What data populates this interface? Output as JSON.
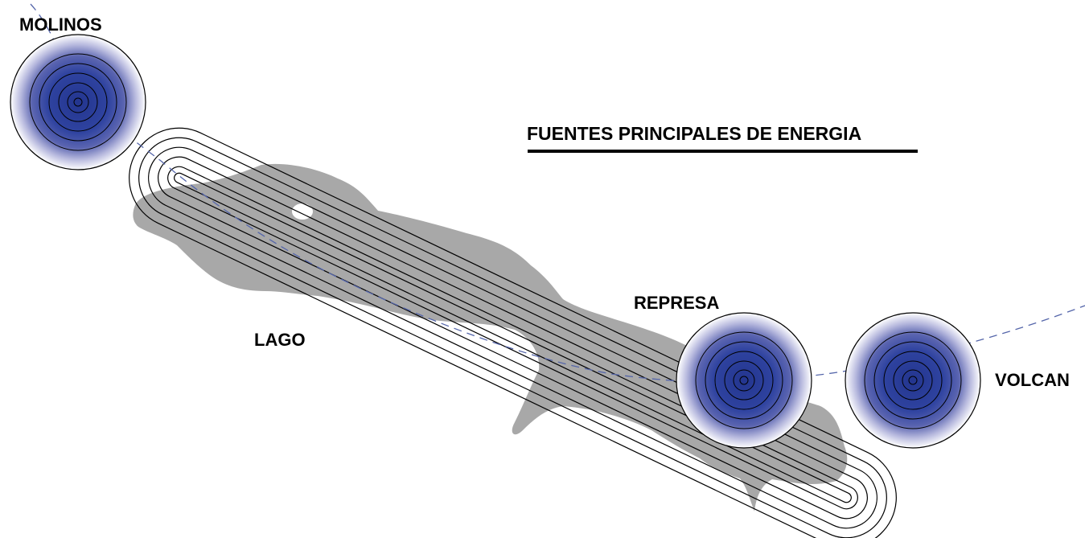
{
  "diagram": {
    "title": "FUENTES PRINCIPALES DE ENERGIA",
    "labels": {
      "molinos": "MOLINOS",
      "lago": "LAGO",
      "represa": "REPRESA",
      "volcan": "VOLCAN"
    },
    "colors": {
      "node_core": "#2b3f9a",
      "node_fade": "#ffffff",
      "lake_fill": "#a8a8a8",
      "path_dash": "#5566aa",
      "stroke": "#000000"
    }
  }
}
